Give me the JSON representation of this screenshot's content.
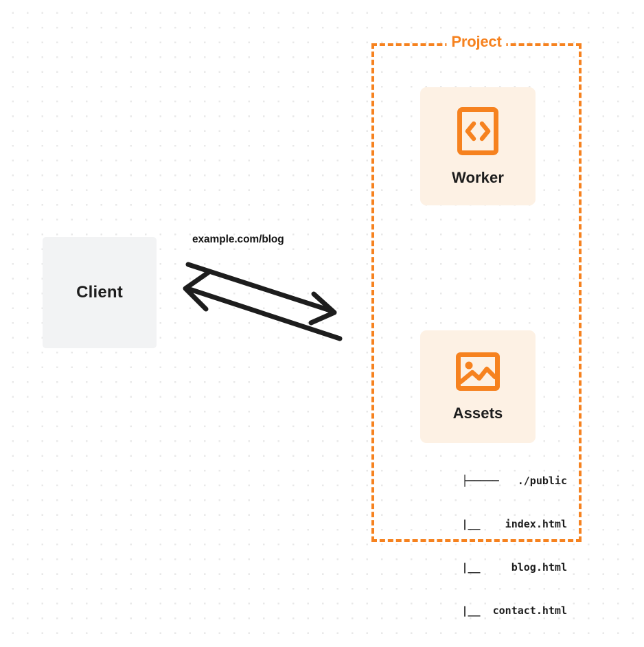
{
  "diagram": {
    "title": "Worker and Assets request routing",
    "background": {
      "style": "dot-grid",
      "dot_color": "#e8e8e8",
      "page_color": "#ffffff"
    },
    "colors": {
      "accent_orange": "#f6821f",
      "card_background": "#fdf1e4",
      "client_background": "#f2f3f4",
      "text_dark": "#1d1d1d",
      "arrow_stroke": "#1d1d1d"
    },
    "client": {
      "label": "Client"
    },
    "connection": {
      "label": "example.com/blog",
      "request_direction": "client-to-project",
      "response_direction": "project-to-client"
    },
    "project": {
      "title": "Project",
      "border_style": "dashed",
      "nodes": [
        {
          "id": "worker",
          "label": "Worker",
          "icon": "code-brackets-icon"
        },
        {
          "id": "assets",
          "label": "Assets",
          "icon": "image-icon"
        }
      ],
      "file_tree": {
        "lines": [
          "├─────   ./public",
          "     |__    index.html",
          "     |__     blog.html",
          "     |__  contact.html"
        ],
        "root": "./public",
        "files": [
          "index.html",
          "blog.html",
          "contact.html"
        ]
      }
    }
  }
}
